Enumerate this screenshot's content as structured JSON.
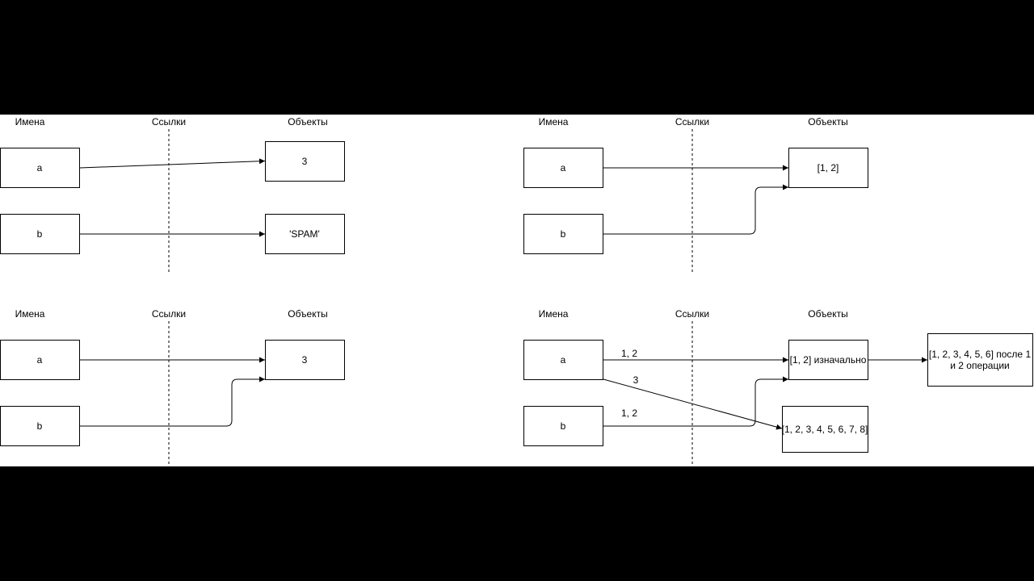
{
  "panels": [
    {
      "id": "p1",
      "headers": {
        "names": "Имена",
        "links": "Ссылки",
        "objects": "Объекты"
      },
      "names": [
        "a",
        "b"
      ],
      "objects": [
        "3",
        "'SPAM'"
      ],
      "edge_labels": []
    },
    {
      "id": "p2",
      "headers": {
        "names": "Имена",
        "links": "Ссылки",
        "objects": "Объекты"
      },
      "names": [
        "a",
        "b"
      ],
      "objects": [
        "[1, 2]"
      ],
      "edge_labels": []
    },
    {
      "id": "p3",
      "headers": {
        "names": "Имена",
        "links": "Ссылки",
        "objects": "Объекты"
      },
      "names": [
        "a",
        "b"
      ],
      "objects": [
        "3"
      ],
      "edge_labels": []
    },
    {
      "id": "p4",
      "headers": {
        "names": "Имена",
        "links": "Ссылки",
        "objects": "Объекты"
      },
      "names": [
        "a",
        "b"
      ],
      "objects": [
        "[1, 2] изначально",
        "[1, 2, 3, 4, 5, 6, 7, 8]"
      ],
      "extra_object": {
        "line1": "[1, 2, 3, 4, 5, 6] после 1",
        "line2": "и 2 операции"
      },
      "edge_labels": [
        "1, 2",
        "3",
        "1, 2"
      ]
    }
  ]
}
